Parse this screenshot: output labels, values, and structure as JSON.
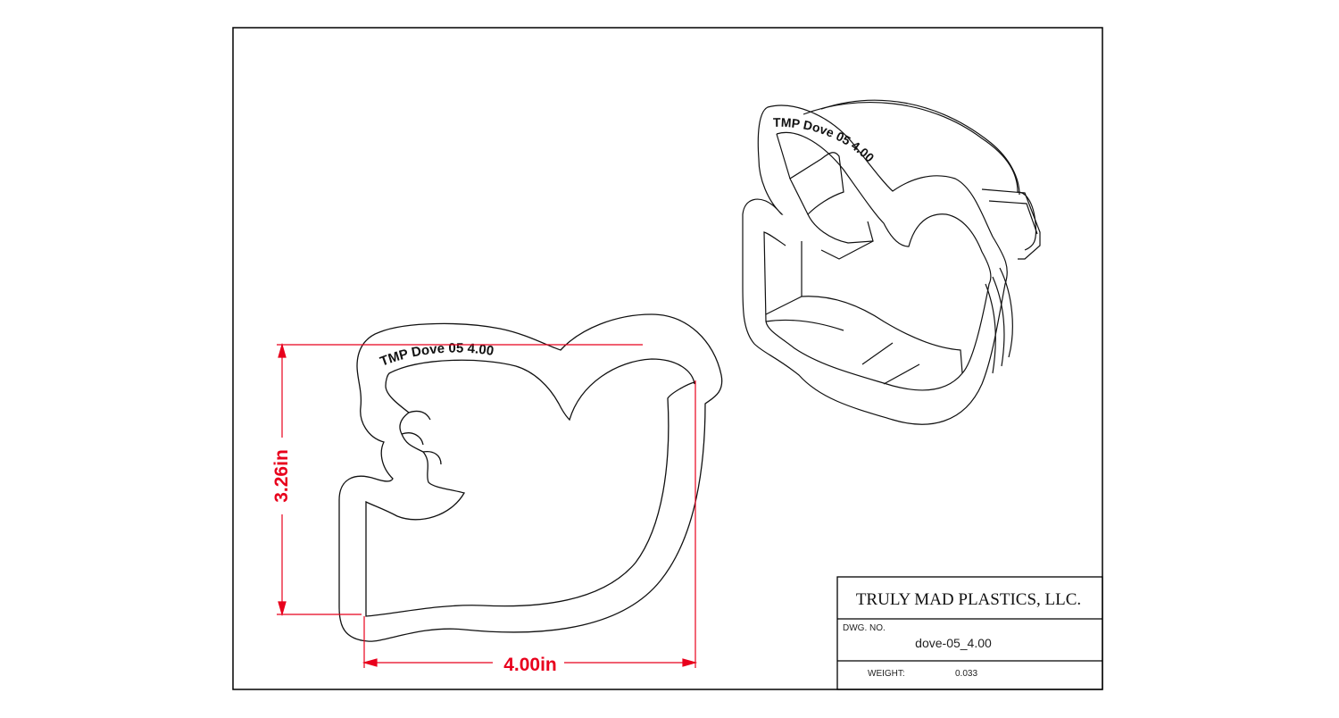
{
  "drawing": {
    "emboss_text": "TMP  Dove 05  4.00",
    "emboss_text_iso": "TMP  Dove 05  4.00",
    "dim_height": "3.26in",
    "dim_width": "4.00in",
    "dim_color": "#e8001c"
  },
  "title_block": {
    "company": "TRULY MAD PLASTICS, LLC.",
    "dwg_no_label": "DWG. NO.",
    "dwg_no": "dove-05_4.00",
    "weight_label": "WEIGHT:",
    "weight": "0.033"
  }
}
